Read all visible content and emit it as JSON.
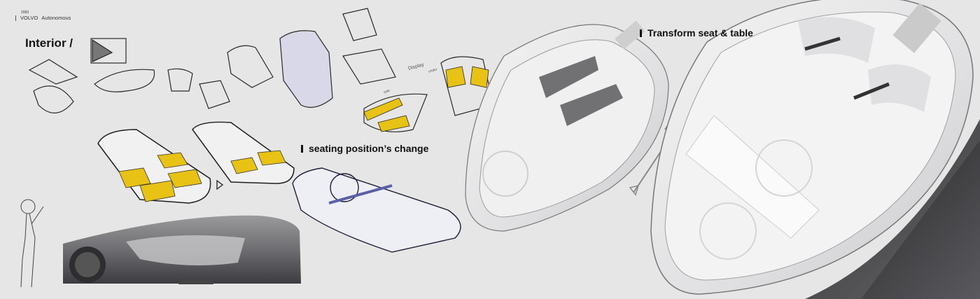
{
  "header": {
    "year": "2050",
    "brand": "VOLVO",
    "subtitle": "Autonomous"
  },
  "section_title": "Interior /",
  "labels": {
    "seating": "seating position’s change",
    "transform": "Transform seat & table"
  },
  "annotations": {
    "display": "Display",
    "side": "side",
    "under": "under"
  },
  "colors": {
    "background": "#e6e6e6",
    "accent_yellow": "#e8c214",
    "ink": "#1a1a1a",
    "shadow_dark": "#2e2e30",
    "sketch_blue": "#6a6fb0"
  }
}
